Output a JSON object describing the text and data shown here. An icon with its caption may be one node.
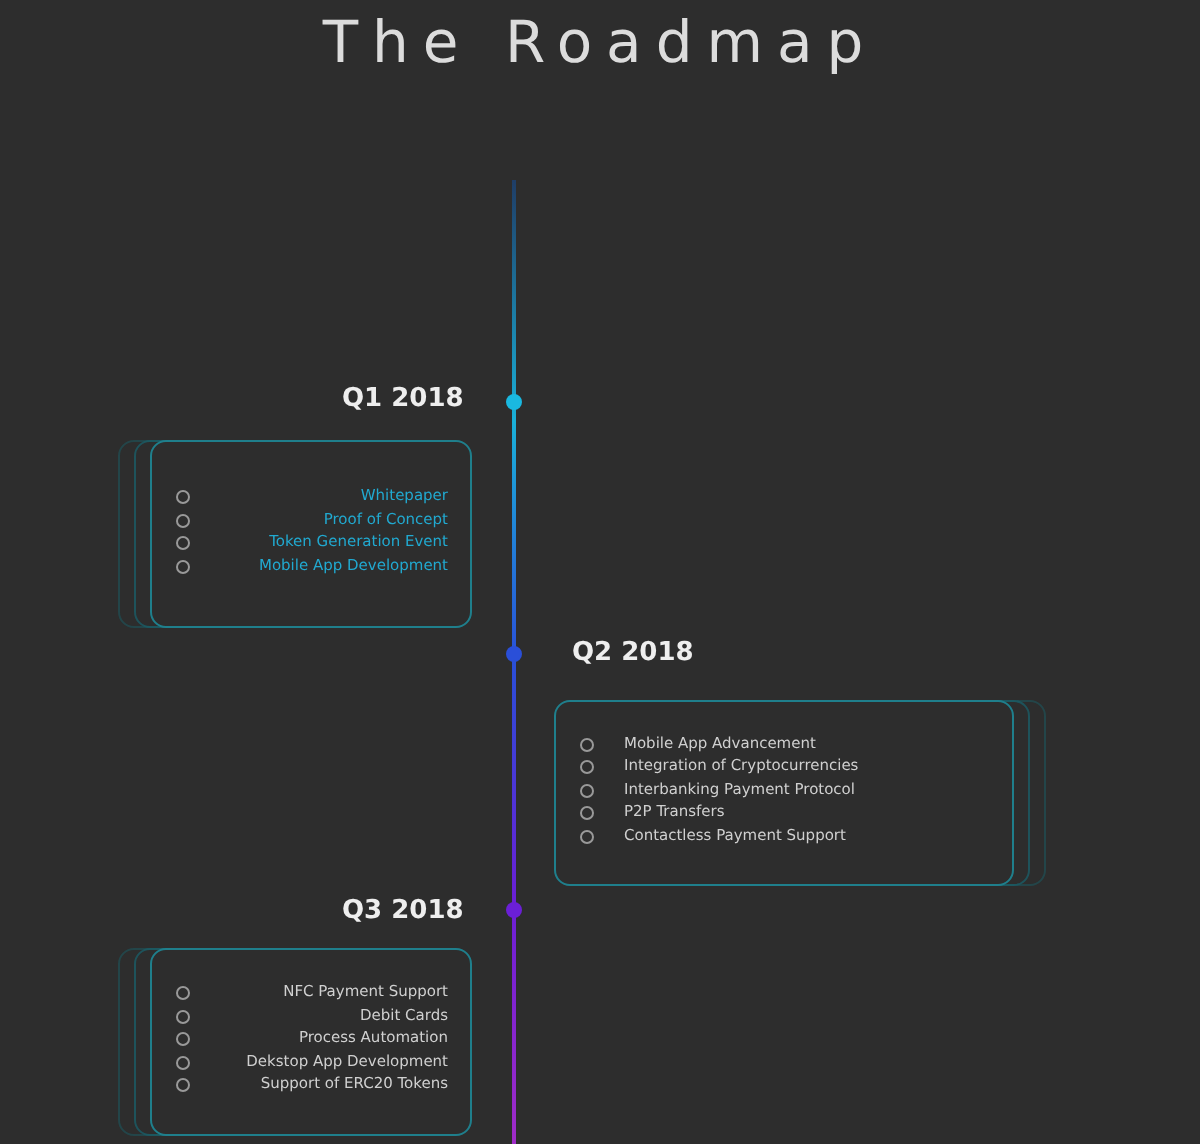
{
  "diagram": {
    "title": "The Roadmap",
    "nodes": [
      {
        "text": [
          "Whitepaper",
          "Proof of Concept",
          "Token Generation Event",
          "Mobile App Development"
        ],
        "beside": [
          "Q1 2018"
        ]
      },
      {
        "text": [
          "Mobile App Advancement",
          "Integration of Cryptocurrencies",
          "Interbanking Payment Protocol",
          "P2P Transfers",
          "Contactless Payment Support"
        ],
        "beside": [
          "Q2 2018"
        ]
      },
      {
        "text": [
          "NFC Payment Support",
          "Debit Cards",
          "Process Automation",
          "Dekstop App Development",
          "Support of ERC20 Tokens"
        ],
        "beside": [
          "Q3 2018"
        ]
      }
    ],
    "edges": []
  }
}
